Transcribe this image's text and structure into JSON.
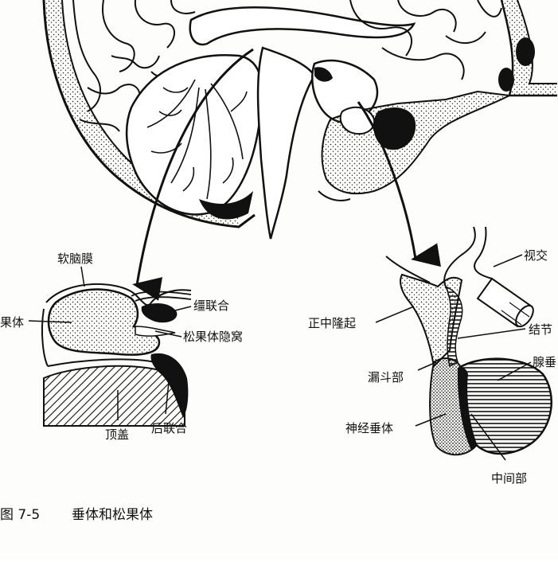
{
  "pineal_labels": {
    "pia_mater": "软脑膜",
    "pineal_body": "果体",
    "habenular_commissure": "缰联合",
    "pineal_recess": "松果体隐窝",
    "tectum": "顶盖",
    "posterior_commissure": "后联合"
  },
  "pituitary_labels": {
    "optic_chiasm": "视交",
    "median_eminence": "正中隆起",
    "tuberal_part": "结节",
    "infundibulum": "漏斗部",
    "adenohypophysis": "腺垂",
    "neurohypophysis": "神经垂体",
    "intermediate_part": "中间部"
  },
  "caption": {
    "number": "图 7-5",
    "title": "垂体和松果体"
  },
  "colors": {
    "ink": "#111111",
    "paper": "#fdfdfb"
  }
}
